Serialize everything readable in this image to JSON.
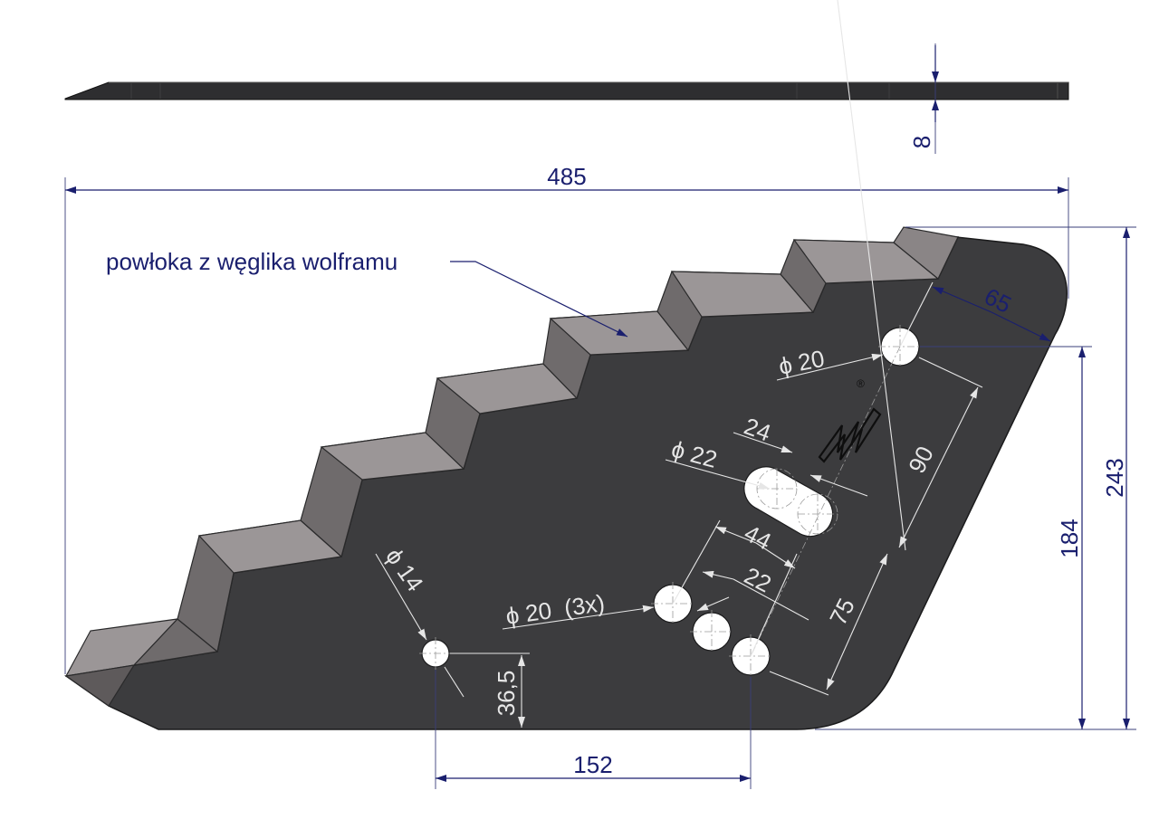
{
  "colors": {
    "blade": "#3c3c3e",
    "coating_top": "#9b9697",
    "coating_side": "#6f6b6c",
    "dimension_ink": "#1a1f6e",
    "white_dim": "#e6e6e6",
    "background": "#ffffff"
  },
  "label": {
    "coating": "powłoka z węglika wolframu"
  },
  "dimensions": {
    "thickness": "8",
    "total_length": "485",
    "total_height": "243",
    "hole_height": "184",
    "top_hole_offset": "65",
    "top_hole_dia": "ϕ 20",
    "slot_width": "24",
    "slot_dia": "ϕ 22",
    "slot_to_top_hole": "90",
    "slot_spacing": "44",
    "hole_spacing": "22",
    "holes_dia": "ϕ 20  (3x)",
    "slot_to_holes": "75",
    "small_hole_dia": "ϕ 14",
    "small_hole_height": "36,5",
    "holes_horizontal": "152"
  },
  "logo": {
    "icon": "wv-logo-icon",
    "registered": "®"
  }
}
